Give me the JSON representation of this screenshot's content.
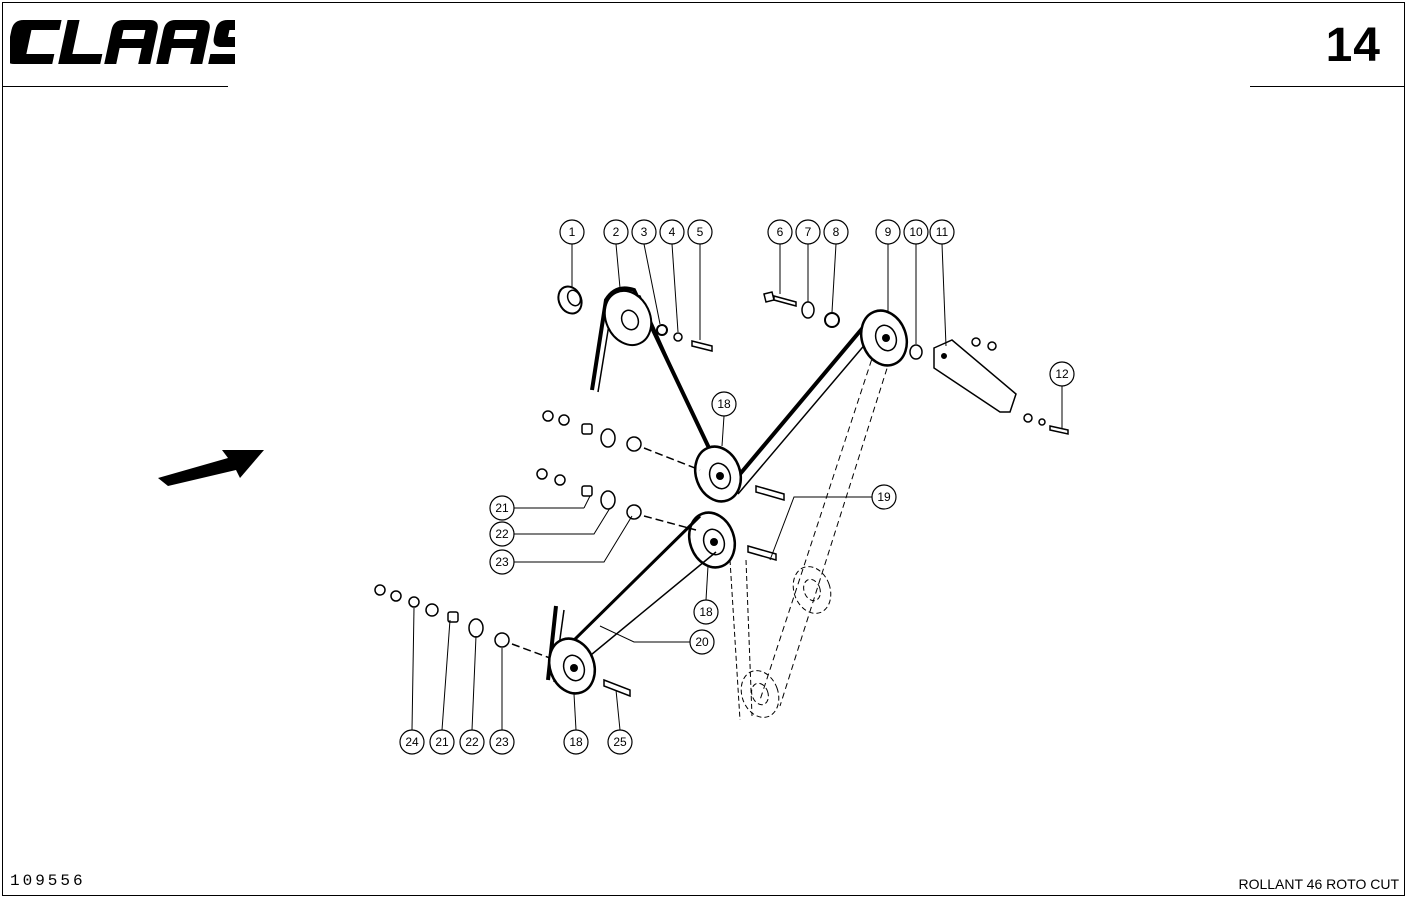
{
  "header": {
    "brand": "CLAAS",
    "page_number": "14"
  },
  "footer": {
    "doc_number": "109556",
    "model": "ROLLANT 46 ROTO CUT"
  },
  "diagram": {
    "callouts": [
      {
        "id": "c1",
        "label": "1"
      },
      {
        "id": "c2",
        "label": "2"
      },
      {
        "id": "c3",
        "label": "3"
      },
      {
        "id": "c4",
        "label": "4"
      },
      {
        "id": "c5",
        "label": "5"
      },
      {
        "id": "c6",
        "label": "6"
      },
      {
        "id": "c7",
        "label": "7"
      },
      {
        "id": "c8",
        "label": "8"
      },
      {
        "id": "c9",
        "label": "9"
      },
      {
        "id": "c10",
        "label": "10"
      },
      {
        "id": "c11",
        "label": "11"
      },
      {
        "id": "c12",
        "label": "12"
      },
      {
        "id": "c18a",
        "label": "18"
      },
      {
        "id": "c19",
        "label": "19"
      },
      {
        "id": "c21a",
        "label": "21"
      },
      {
        "id": "c22a",
        "label": "22"
      },
      {
        "id": "c23a",
        "label": "23"
      },
      {
        "id": "c18b",
        "label": "18"
      },
      {
        "id": "c20",
        "label": "20"
      },
      {
        "id": "c24",
        "label": "24"
      },
      {
        "id": "c21b",
        "label": "21"
      },
      {
        "id": "c22b",
        "label": "22"
      },
      {
        "id": "c23b",
        "label": "23"
      },
      {
        "id": "c18c",
        "label": "18"
      },
      {
        "id": "c25",
        "label": "25"
      }
    ]
  }
}
